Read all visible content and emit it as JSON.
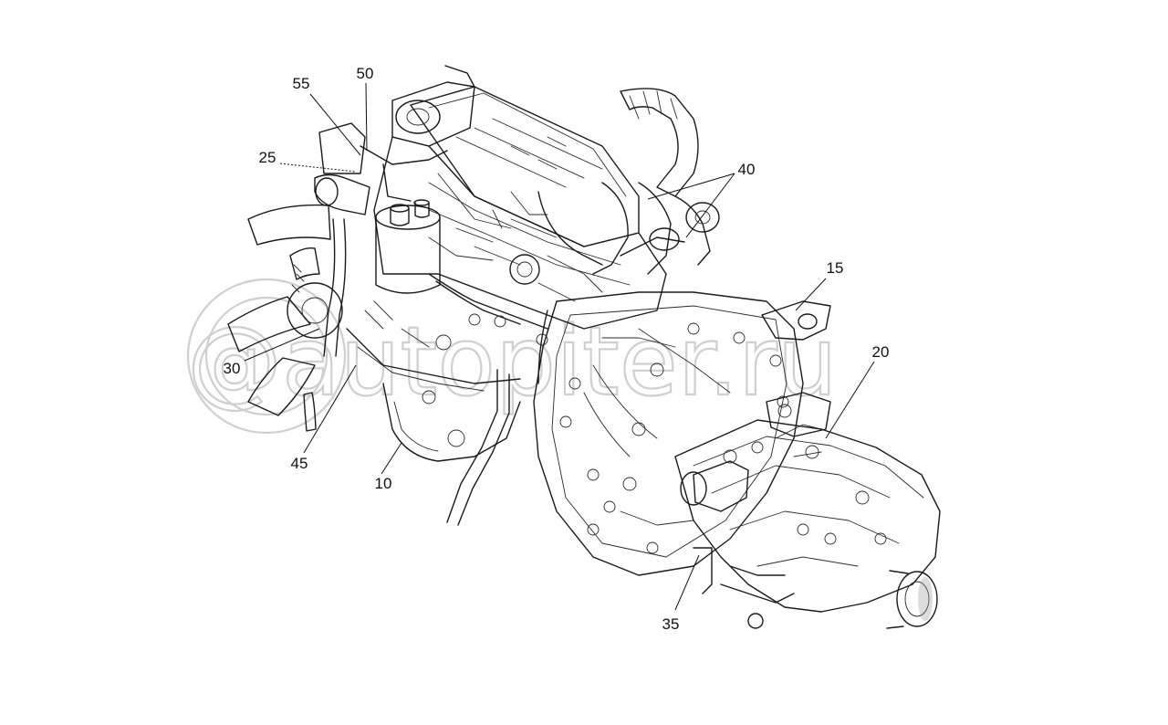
{
  "watermark": {
    "text": "@autopiter.ru",
    "color": "#cfcfcf"
  },
  "callouts": {
    "c55": "55",
    "c50": "50",
    "c25": "25",
    "c40": "40",
    "c15": "15",
    "c20": "20",
    "c30": "30",
    "c45": "45",
    "c10": "10",
    "c35": "35"
  }
}
